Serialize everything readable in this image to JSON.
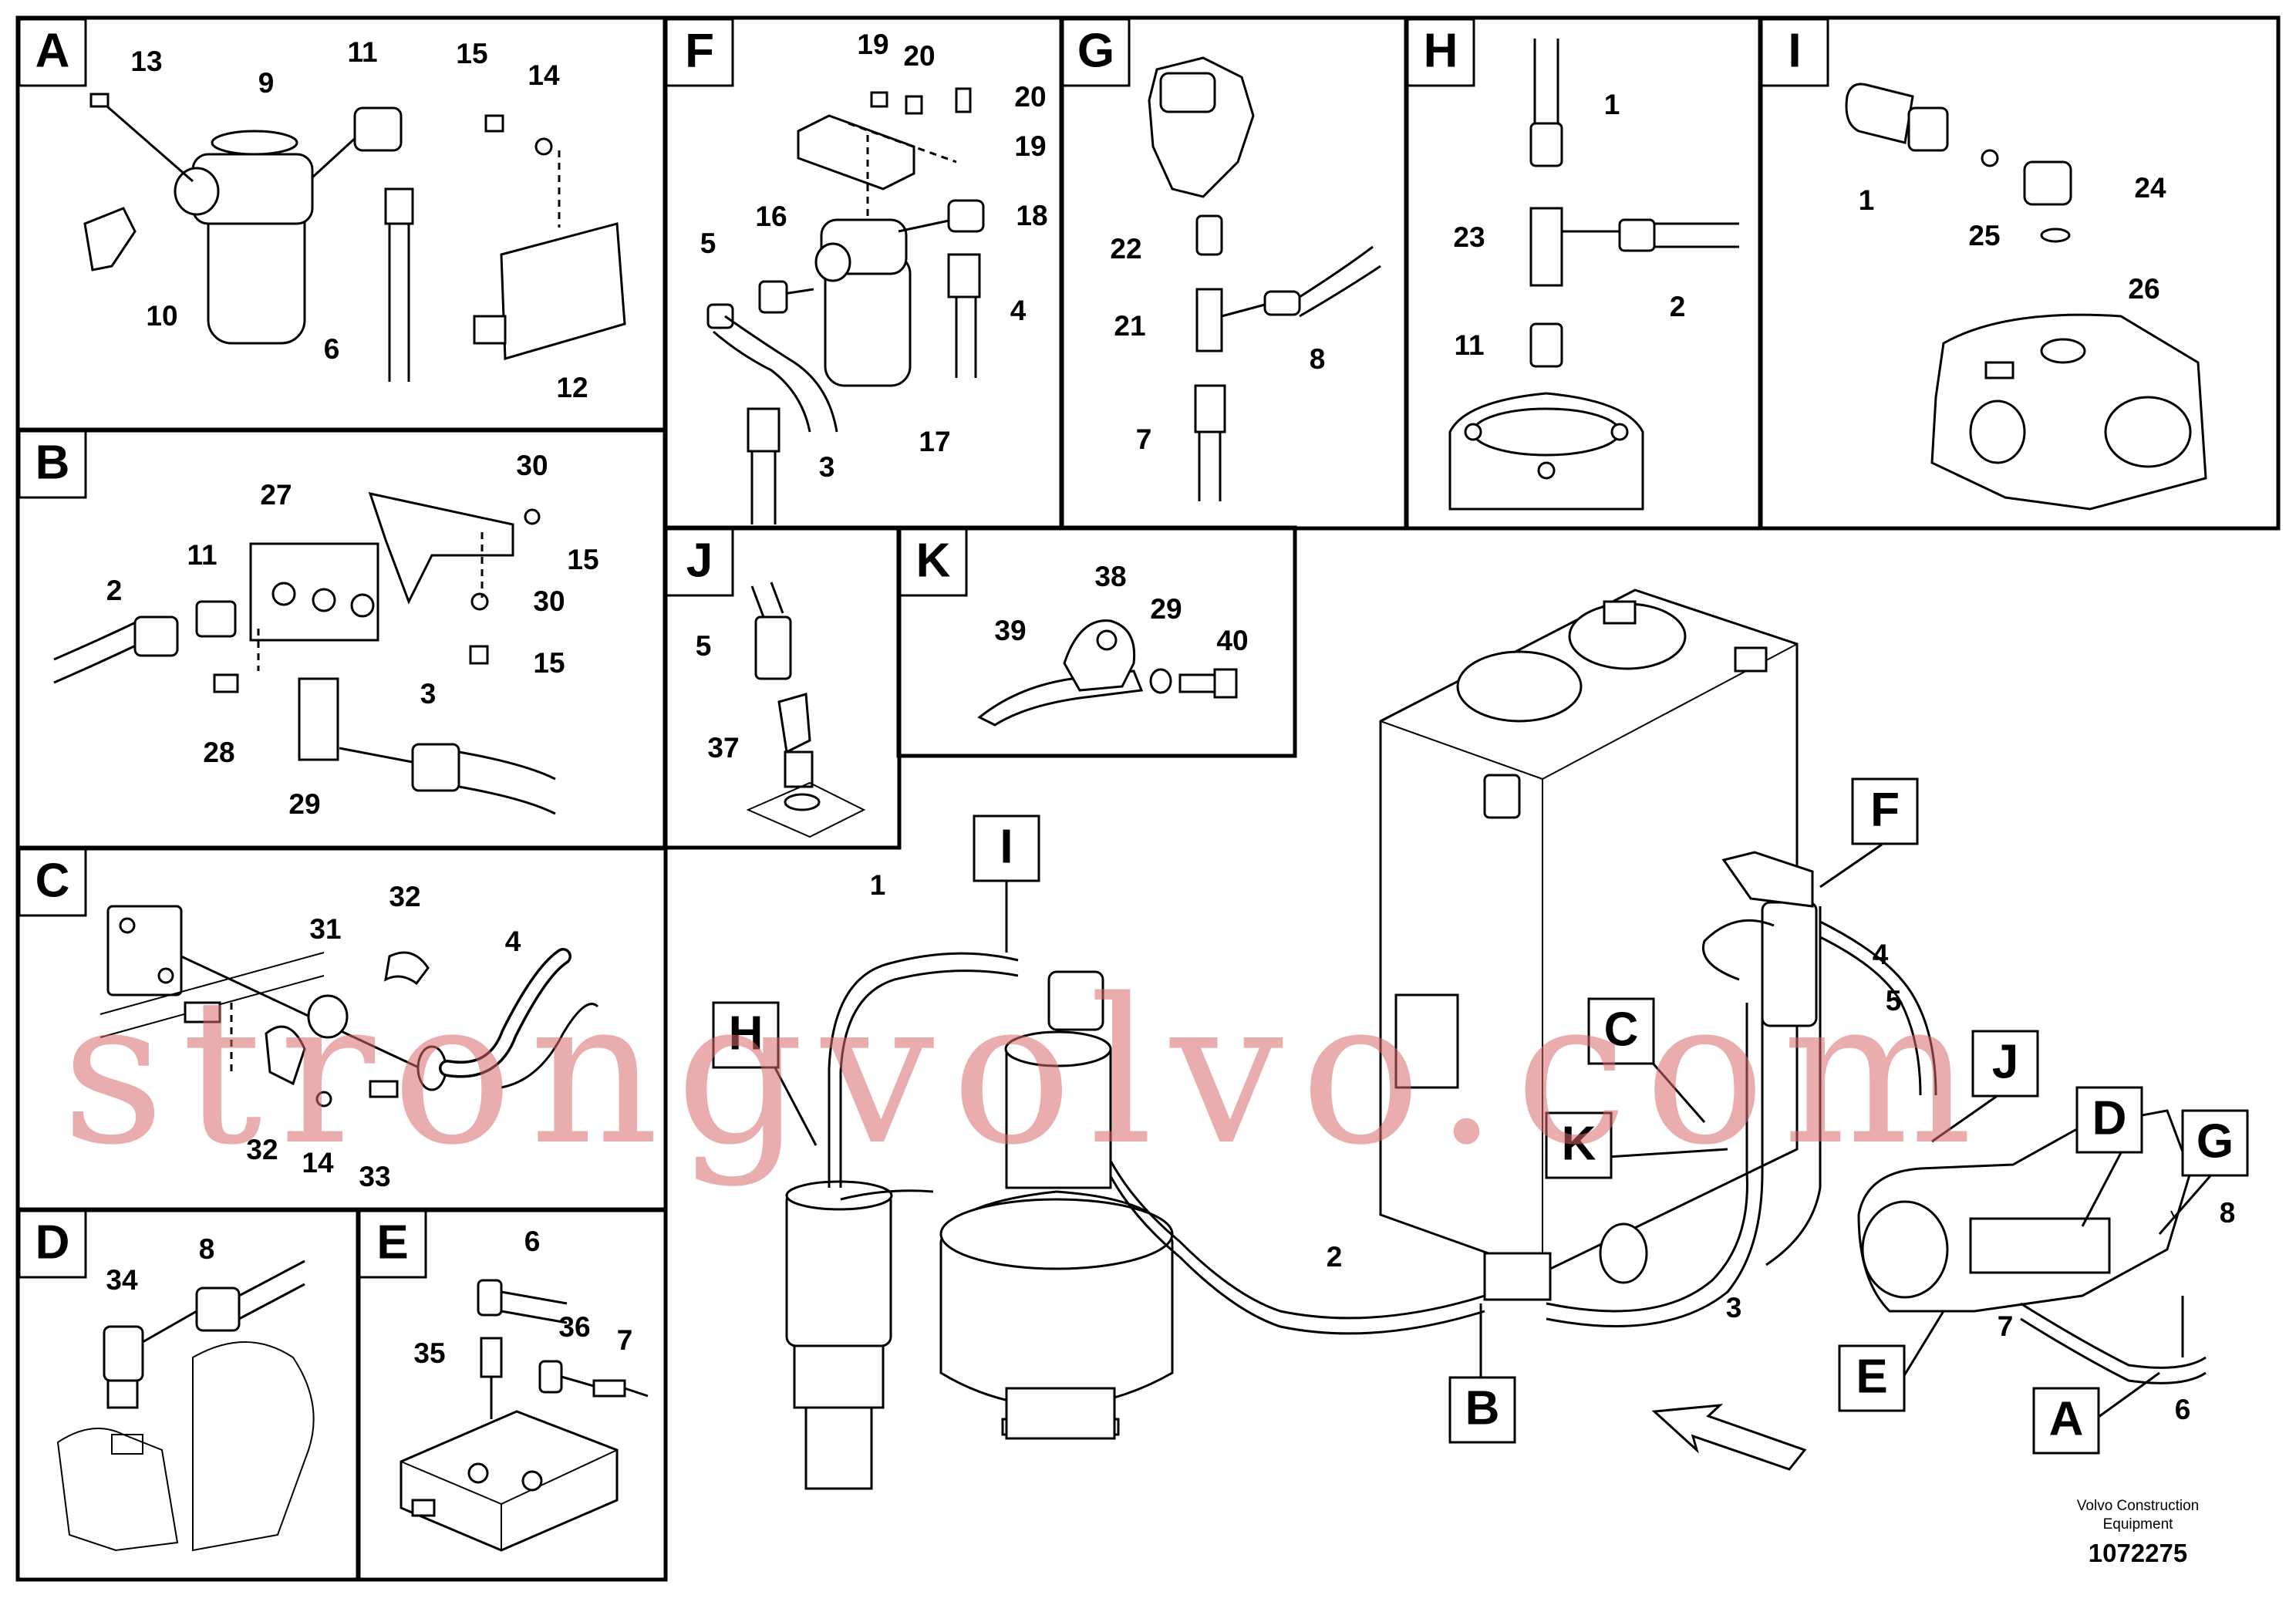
{
  "panels": {
    "A": {
      "letter": "A",
      "callouts": [
        "13",
        "9",
        "11",
        "15",
        "14",
        "10",
        "6",
        "12"
      ]
    },
    "B": {
      "letter": "B",
      "callouts": [
        "27",
        "30",
        "11",
        "2",
        "15",
        "30",
        "15",
        "3",
        "28",
        "29"
      ]
    },
    "C": {
      "letter": "C",
      "callouts": [
        "31",
        "32",
        "4",
        "32",
        "14",
        "33"
      ]
    },
    "D": {
      "letter": "D",
      "callouts": [
        "34",
        "8"
      ]
    },
    "E": {
      "letter": "E",
      "callouts": [
        "6",
        "36",
        "35",
        "7"
      ]
    },
    "F": {
      "letter": "F",
      "callouts": [
        "19",
        "20",
        "20",
        "19",
        "5",
        "16",
        "18",
        "4",
        "17",
        "3"
      ]
    },
    "G": {
      "letter": "G",
      "callouts": [
        "22",
        "21",
        "8",
        "7"
      ]
    },
    "H": {
      "letter": "H",
      "callouts": [
        "1",
        "23",
        "2",
        "11"
      ]
    },
    "I": {
      "letter": "I",
      "callouts": [
        "1",
        "24",
        "25",
        "26"
      ]
    },
    "J": {
      "letter": "J",
      "callouts": [
        "5",
        "37"
      ]
    },
    "K": {
      "letter": "K",
      "callouts": [
        "38",
        "39",
        "29",
        "40"
      ]
    }
  },
  "main": {
    "tags": [
      "I",
      "H",
      "F",
      "C",
      "K",
      "J",
      "D",
      "G",
      "E",
      "A",
      "B"
    ],
    "callouts": [
      "1",
      "4",
      "5",
      "8",
      "2",
      "3",
      "7",
      "6"
    ]
  },
  "footer": {
    "company_line1": "Volvo Construction",
    "company_line2": "Equipment",
    "drawing_number": "1072275"
  },
  "watermark": "strongvolvo.com"
}
